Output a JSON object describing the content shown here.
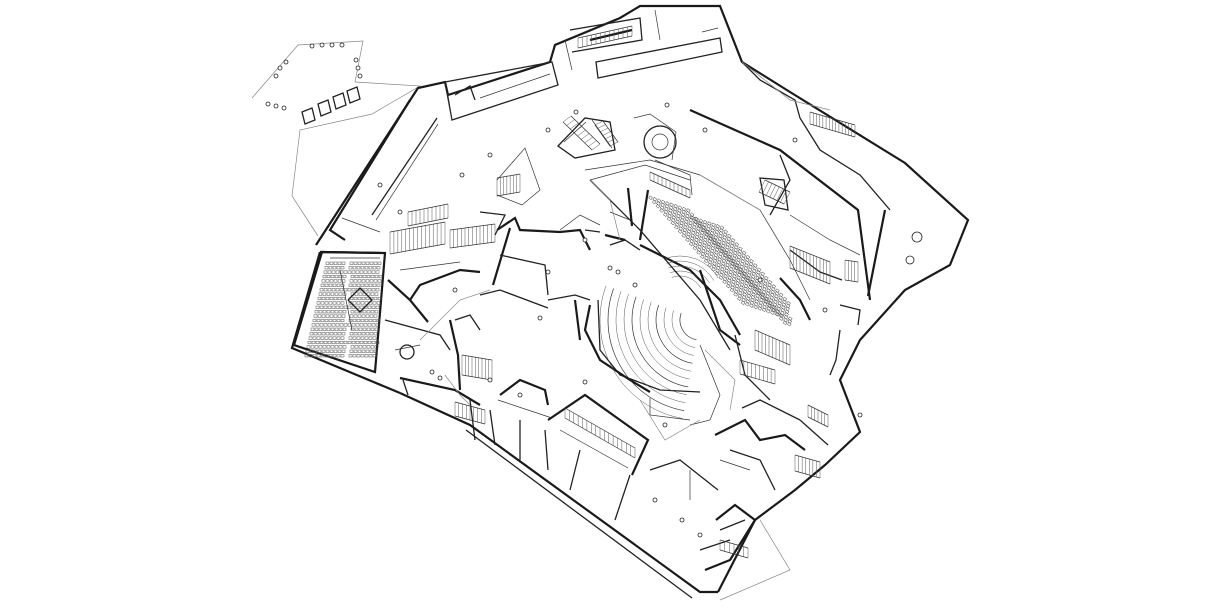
{
  "drawing": {
    "kind": "architectural-floor-plan",
    "colors": {
      "background": "#ffffff",
      "linework": "#1a1a1a",
      "secondary": "#888888"
    },
    "spaces": [
      {
        "id": "main-auditorium",
        "shape": "fan-shaped raked seating"
      },
      {
        "id": "second-auditorium",
        "shape": "rectangular raked seating"
      },
      {
        "id": "outdoor-terrace",
        "shape": "polygonal deck"
      },
      {
        "id": "foyers",
        "shape": "open circulation"
      }
    ]
  }
}
